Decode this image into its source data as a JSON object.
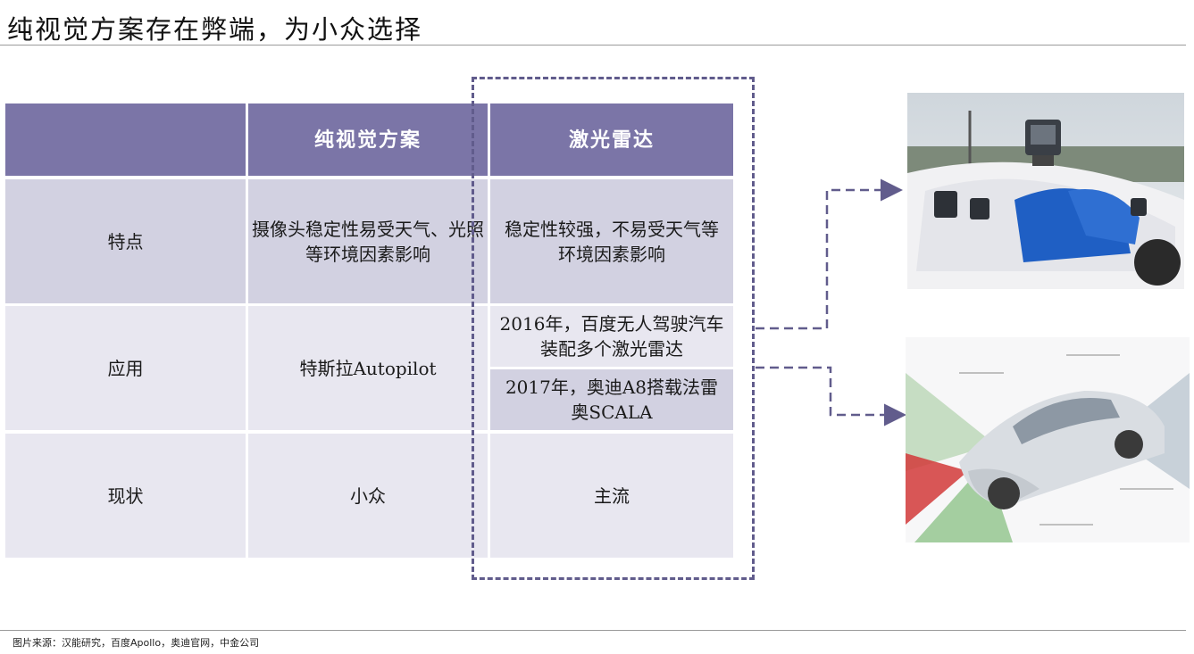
{
  "title": "纯视觉方案存在弊端，为小众选择",
  "table": {
    "headers": [
      "",
      "纯视觉方案",
      "激光雷达"
    ],
    "rows": [
      {
        "label": "特点",
        "vision": "摄像头稳定性易受天气、光照等环境因素影响",
        "lidar": "稳定性较强，不易受天气等环境因素影响"
      },
      {
        "label": "应用",
        "vision": "特斯拉Autopilot",
        "lidar_items": [
          "2016年，百度无人驾驶汽车装配多个激光雷达",
          "2017年，奥迪A8搭载法雷奥SCALA"
        ]
      },
      {
        "label": "现状",
        "vision": "小众",
        "lidar": "主流"
      }
    ]
  },
  "footer": "图片来源：汉能研究，百度Apollo，奥迪官网，中金公司",
  "colors": {
    "header_bg": "#7b75a7",
    "row_light": "#e8e7f0",
    "row_dark": "#d2d1e1",
    "dash": "#615c8c"
  }
}
